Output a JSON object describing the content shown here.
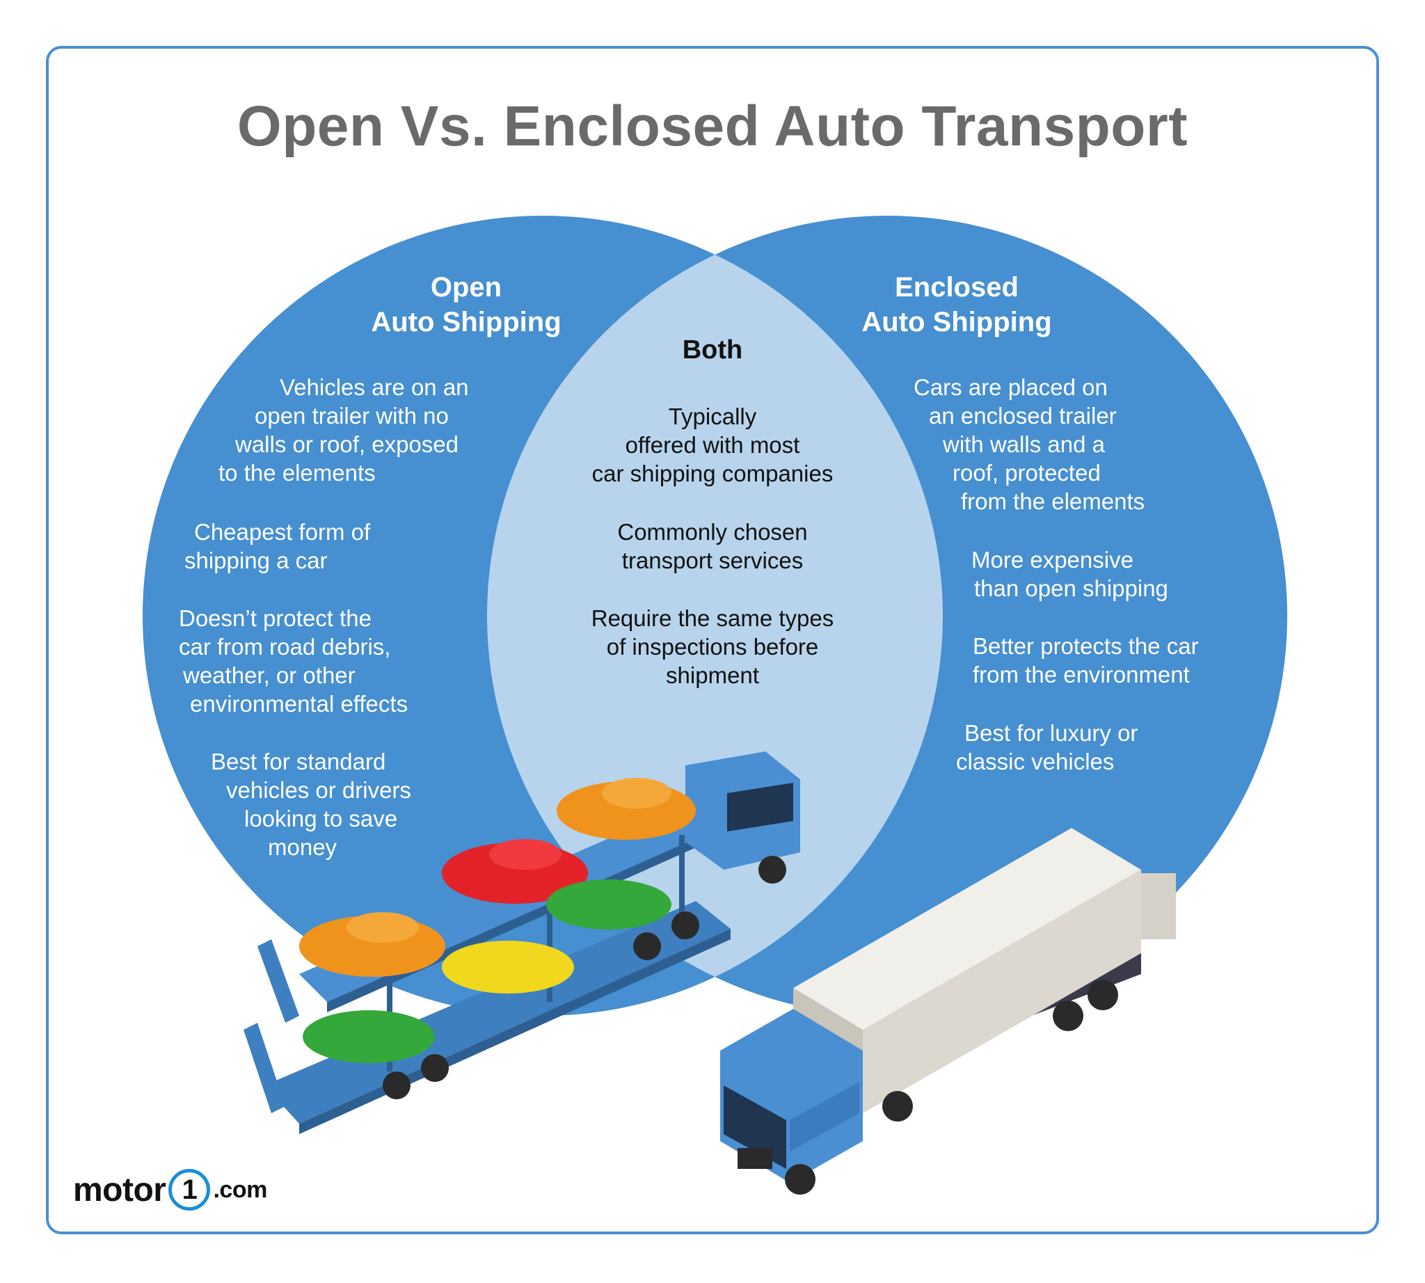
{
  "title": "Open Vs. Enclosed Auto Transport",
  "colors": {
    "circle": "#468fd0",
    "overlap": "#b7d4ec",
    "frame": "#4a8fd2",
    "title": "#6a6a6a"
  },
  "open": {
    "heading_line1": "Open",
    "heading_line2": "Auto Shipping",
    "points": [
      [
        "Vehicles are on an",
        "open trailer with no",
        "walls or roof, exposed",
        "to the elements"
      ],
      [
        "Cheapest form of",
        "shipping a car"
      ],
      [
        "Doesn’t protect the",
        "car from road debris,",
        "weather, or other",
        "environmental effects"
      ],
      [
        "Best for standard",
        "vehicles or drivers",
        "looking to save",
        "money"
      ]
    ]
  },
  "both": {
    "heading": "Both",
    "points": [
      [
        "Typically",
        "offered with most",
        "car shipping companies"
      ],
      [
        "Commonly chosen",
        "transport services"
      ],
      [
        "Require the same types",
        "of inspections before",
        "shipment"
      ]
    ]
  },
  "enclosed": {
    "heading_line1": "Enclosed",
    "heading_line2": "Auto Shipping",
    "points": [
      [
        "Cars are placed on",
        "an enclosed trailer",
        "with walls and a",
        "roof, protected",
        "from the elements"
      ],
      [
        "More expensive",
        "than open shipping"
      ],
      [
        "Better protects the car",
        "from the environment"
      ],
      [
        "Best for luxury or",
        "classic vehicles"
      ]
    ]
  },
  "logo": {
    "part1": "motor",
    "part2": "1",
    "part3": ".com"
  },
  "illustrations": {
    "left": "car-carrier-truck-icon",
    "right": "enclosed-box-truck-icon"
  }
}
